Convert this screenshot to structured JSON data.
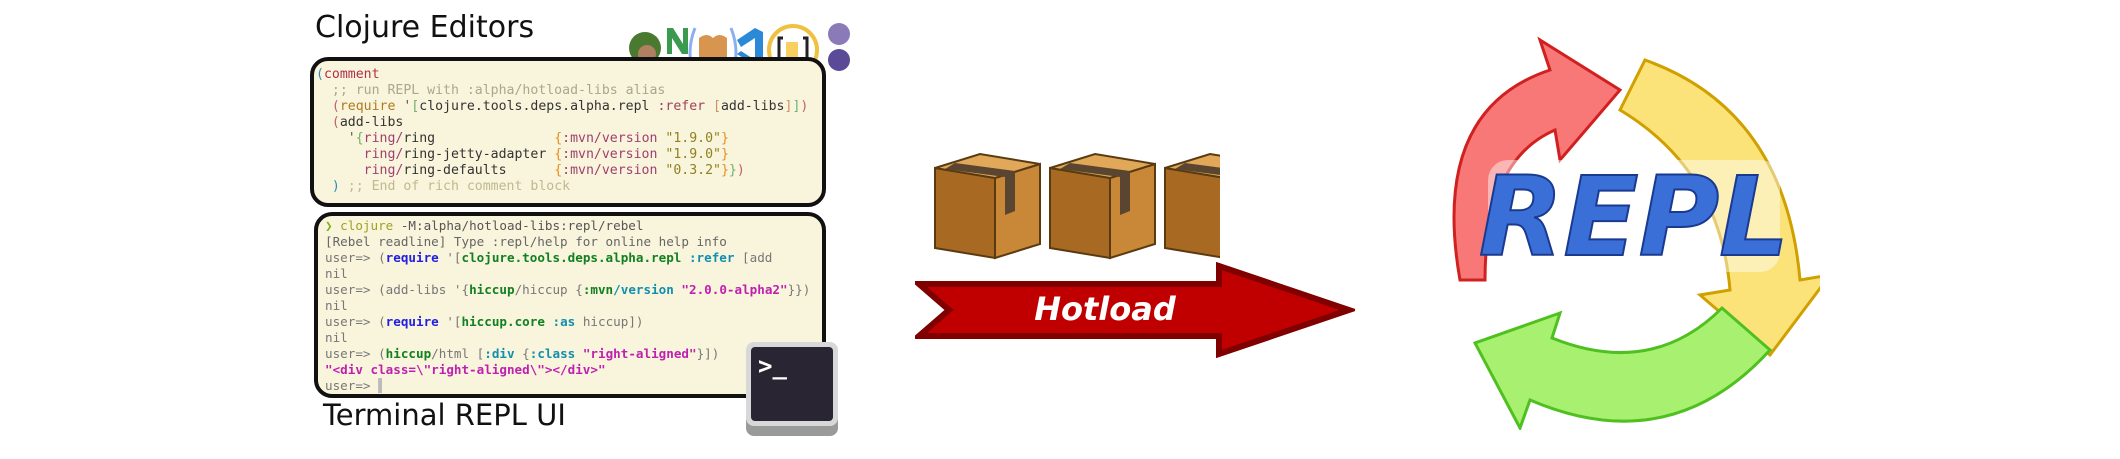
{
  "editors": {
    "title": "Clojure Editors",
    "icons": [
      "calva-wizard-icon",
      "neovim-icon",
      "cursive-icon",
      "vscode-icon",
      "conjure-icon",
      "emacs-icon"
    ],
    "lines": [
      [
        {
          "t": "(",
          "c": "#2a8fb8"
        },
        {
          "t": "comment",
          "c": "#b0304a"
        }
      ],
      [
        {
          "t": "  ;; run REPL with :alpha/hotload-libs alias",
          "c": "#a8a890"
        }
      ],
      [
        {
          "t": "  (",
          "c": "#c06070"
        },
        {
          "t": "require",
          "c": "#b07a20"
        },
        {
          "t": " '",
          "c": "#555"
        },
        {
          "t": "[",
          "c": "#70b070"
        },
        {
          "t": "clojure.tools.deps.alpha.repl ",
          "c": "#333"
        },
        {
          "t": ":refer ",
          "c": "#a04060"
        },
        {
          "t": "[",
          "c": "#d09060"
        },
        {
          "t": "add-libs",
          "c": "#333"
        },
        {
          "t": "]",
          "c": "#d09060"
        },
        {
          "t": "]",
          "c": "#70b070"
        },
        {
          "t": ")",
          "c": "#c06070"
        }
      ],
      [
        {
          "t": "  (",
          "c": "#c06070"
        },
        {
          "t": "add-libs",
          "c": "#333"
        }
      ],
      [
        {
          "t": "    '",
          "c": "#555"
        },
        {
          "t": "{",
          "c": "#70b070"
        },
        {
          "t": "ring/",
          "c": "#a04070"
        },
        {
          "t": "ring               ",
          "c": "#333"
        },
        {
          "t": "{",
          "c": "#e09020"
        },
        {
          "t": ":mvn/version ",
          "c": "#a04070"
        },
        {
          "t": "\"1.9.0\"",
          "c": "#908020"
        },
        {
          "t": "}",
          "c": "#e09020"
        }
      ],
      [
        {
          "t": "      ring/",
          "c": "#a04070"
        },
        {
          "t": "ring-jetty-adapter ",
          "c": "#333"
        },
        {
          "t": "{",
          "c": "#e09020"
        },
        {
          "t": ":mvn/version ",
          "c": "#a04070"
        },
        {
          "t": "\"1.9.0\"",
          "c": "#908020"
        },
        {
          "t": "}",
          "c": "#e09020"
        }
      ],
      [
        {
          "t": "      ring/",
          "c": "#a04070"
        },
        {
          "t": "ring-defaults      ",
          "c": "#333"
        },
        {
          "t": "{",
          "c": "#e09020"
        },
        {
          "t": ":mvn/version ",
          "c": "#a04070"
        },
        {
          "t": "\"0.3.2\"",
          "c": "#908020"
        },
        {
          "t": "}",
          "c": "#e09020"
        },
        {
          "t": "}",
          "c": "#70b070"
        },
        {
          "t": ")",
          "c": "#c06070"
        }
      ],
      [
        {
          "t": "  ) ",
          "c": "#2a8fb8"
        },
        {
          "t": ";; End of rich comment block",
          "c": "#c0b890"
        }
      ]
    ]
  },
  "terminal": {
    "title": "Terminal REPL UI",
    "icon": "terminal-icon",
    "lines": [
      [
        {
          "t": "❯ ",
          "c": "#80b020"
        },
        {
          "t": "clojure ",
          "c": "#a0a020"
        },
        {
          "t": "-M:alpha/hotload-libs:repl/rebel",
          "c": "#555"
        }
      ],
      [
        {
          "t": "[Rebel readline] Type :repl/help for online help info",
          "c": "#666"
        }
      ],
      [
        {
          "t": "user=> (",
          "c": "#777"
        },
        {
          "t": "require",
          "c": "#2020e0",
          "b": 1
        },
        {
          "t": " '[",
          "c": "#777"
        },
        {
          "t": "clojure.tools.deps.alpha.repl",
          "c": "#108020",
          "b": 1
        },
        {
          "t": " :refer",
          "c": "#1090b0",
          "b": 1
        },
        {
          "t": " [add",
          "c": "#777"
        }
      ],
      [
        {
          "t": "nil",
          "c": "#777"
        }
      ],
      [
        {
          "t": "user=> (add-libs '{",
          "c": "#777"
        },
        {
          "t": "hiccup",
          "c": "#108020",
          "b": 1
        },
        {
          "t": "/hiccup {",
          "c": "#777"
        },
        {
          "t": ":mvn",
          "c": "#108020",
          "b": 1
        },
        {
          "t": "/version",
          "c": "#1090b0",
          "b": 1
        },
        {
          "t": " \"2.0.0-alpha2\"",
          "c": "#c020b0",
          "b": 1
        },
        {
          "t": "}})",
          "c": "#777"
        }
      ],
      [
        {
          "t": "nil",
          "c": "#777"
        }
      ],
      [
        {
          "t": "user=> (",
          "c": "#777"
        },
        {
          "t": "require",
          "c": "#2020e0",
          "b": 1
        },
        {
          "t": " '[",
          "c": "#777"
        },
        {
          "t": "hiccup.core",
          "c": "#108020",
          "b": 1
        },
        {
          "t": " :as",
          "c": "#1090b0",
          "b": 1
        },
        {
          "t": " hiccup])",
          "c": "#777"
        }
      ],
      [
        {
          "t": "nil",
          "c": "#777"
        }
      ],
      [
        {
          "t": "user=> (",
          "c": "#777"
        },
        {
          "t": "hiccup",
          "c": "#108020",
          "b": 1
        },
        {
          "t": "/html [",
          "c": "#777"
        },
        {
          "t": ":div",
          "c": "#1090b0",
          "b": 1
        },
        {
          "t": " {",
          "c": "#777"
        },
        {
          "t": ":class",
          "c": "#1090b0",
          "b": 1
        },
        {
          "t": " \"right-aligned\"",
          "c": "#c020b0",
          "b": 1
        },
        {
          "t": "}])",
          "c": "#777"
        }
      ],
      [
        {
          "t": "\"<div class=\\\"right-aligned\\\"></div>\"",
          "c": "#c020b0",
          "b": 1
        }
      ],
      [
        {
          "t": "user=> ",
          "c": "#777"
        },
        {
          "t": "▌",
          "c": "#bbb"
        }
      ]
    ]
  },
  "packages": {
    "icon": "package-box-icon",
    "count": 3
  },
  "arrow": {
    "label": "Hotload"
  },
  "repl": {
    "label": "REPL",
    "colors": {
      "red": "#f87070",
      "yellow": "#fbe37a",
      "green": "#a8f070",
      "text": "#3a6fd8"
    }
  }
}
